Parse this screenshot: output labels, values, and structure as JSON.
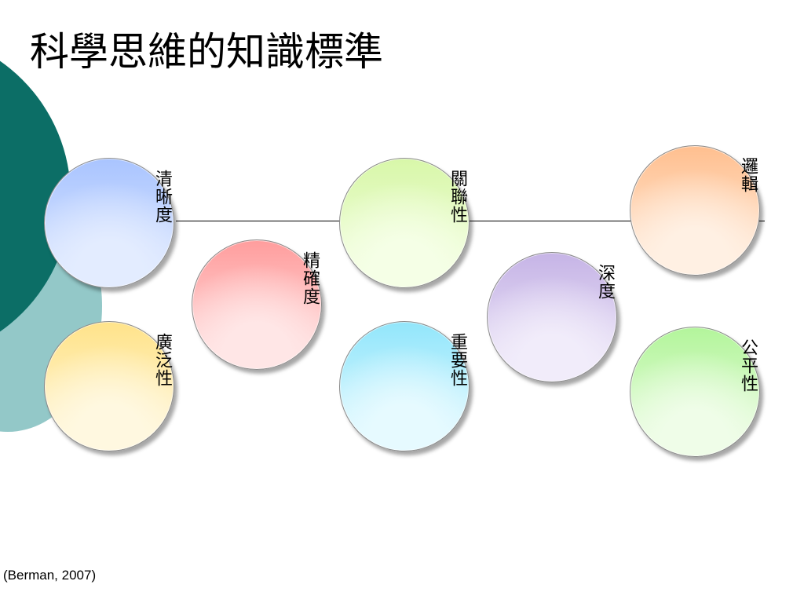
{
  "slide": {
    "title": "科學思維的知識標準",
    "citation": "(Berman, 2007)"
  },
  "nodes": [
    {
      "id": "clarity",
      "label": "清晰度",
      "color_top": "#a9c4ff",
      "color_bottom": "#e3ecff"
    },
    {
      "id": "precision",
      "label": "精確度",
      "color_top": "#ff9d9d",
      "color_bottom": "#ffe6e6"
    },
    {
      "id": "relevance",
      "label": "關聯性",
      "color_top": "#d8f7a9",
      "color_bottom": "#f5ffe6"
    },
    {
      "id": "depth",
      "label": "深度",
      "color_top": "#c6b4e6",
      "color_bottom": "#f1ecfa"
    },
    {
      "id": "logic",
      "label": "邏輯",
      "color_top": "#ffbf8f",
      "color_bottom": "#fff0e3"
    },
    {
      "id": "breadth",
      "label": "廣泛性",
      "color_top": "#ffe38a",
      "color_bottom": "#fff8e0"
    },
    {
      "id": "significance",
      "label": "重要性",
      "color_top": "#92e6fb",
      "color_bottom": "#e6faff"
    },
    {
      "id": "fairness",
      "label": "公平性",
      "color_top": "#b3f59b",
      "color_bottom": "#effde8"
    }
  ]
}
